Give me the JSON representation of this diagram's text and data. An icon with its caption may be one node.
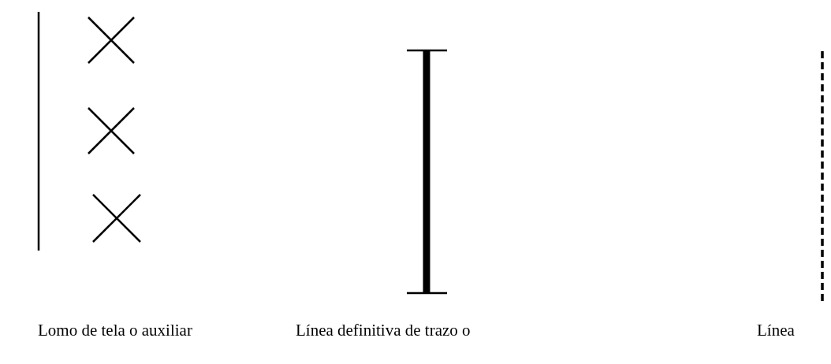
{
  "diagram": {
    "labels": [
      "Lomo de tela o auxiliar",
      "Línea definitiva de trazo o",
      "Línea"
    ]
  }
}
